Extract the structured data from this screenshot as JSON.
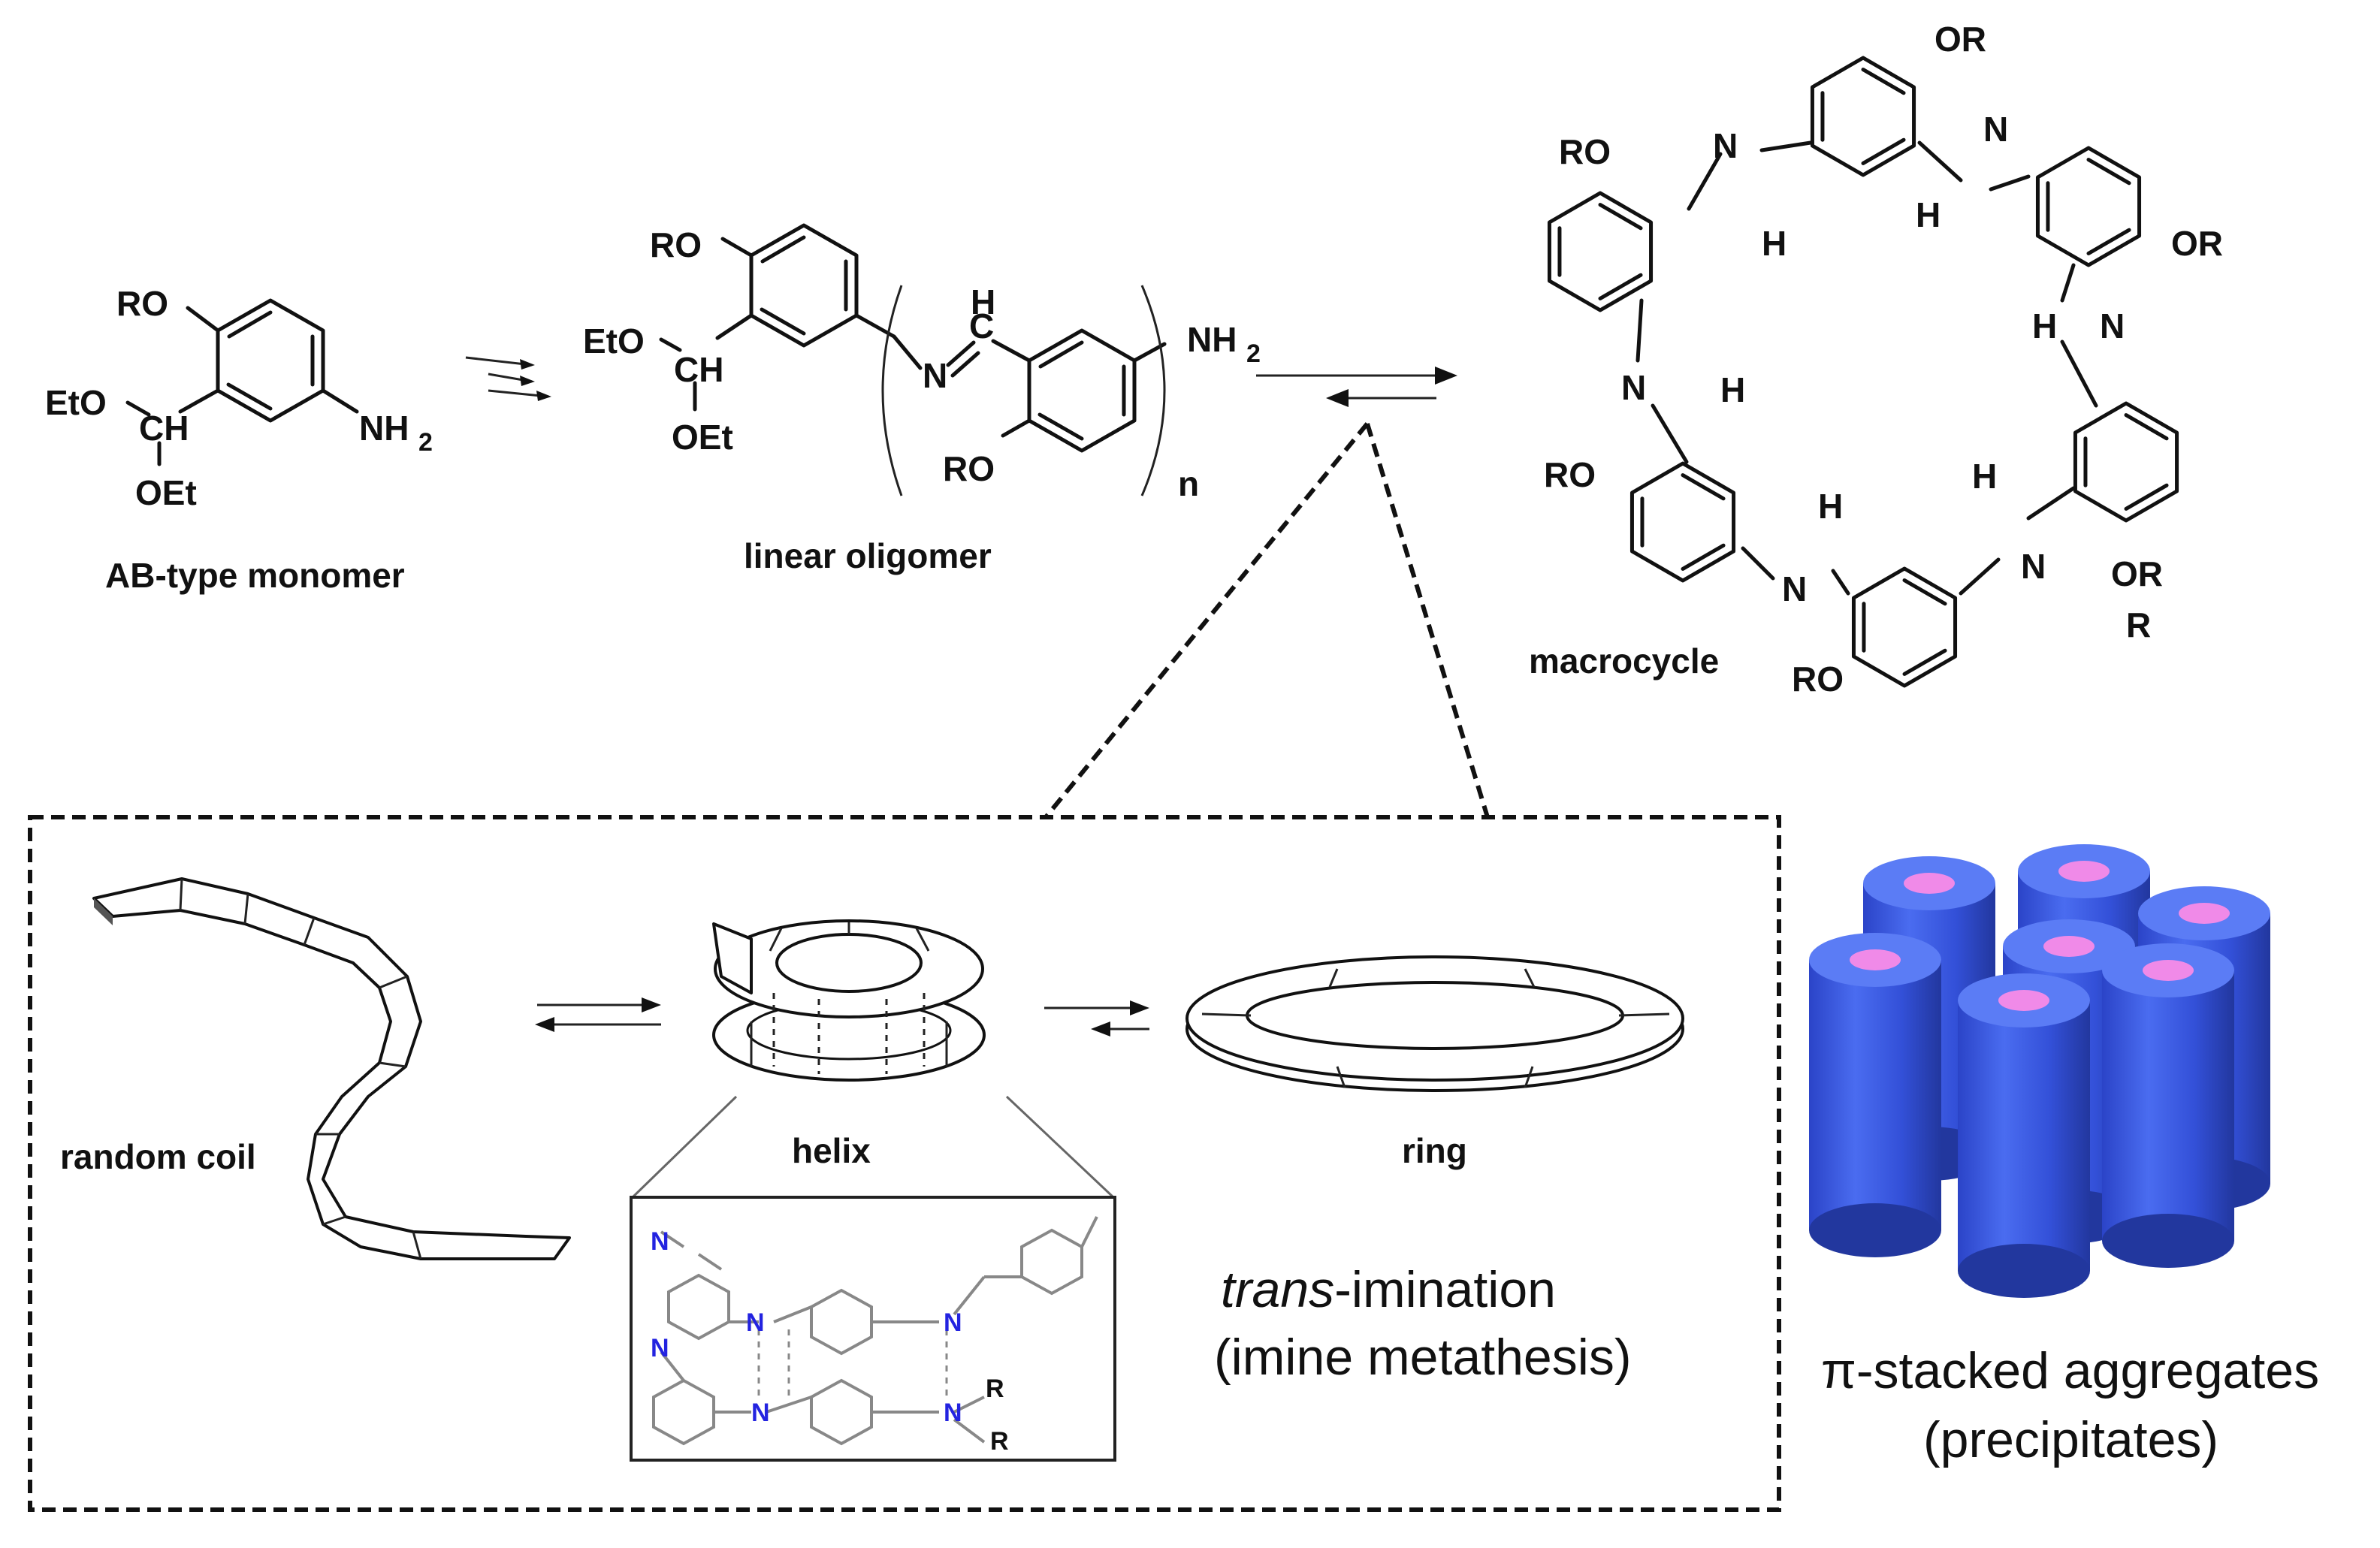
{
  "labels": {
    "monomer": "AB-type monomer",
    "oligomer": "linear oligomer",
    "macrocycle": "macrocycle",
    "random_coil": "random coil",
    "helix": "helix",
    "ring": "ring",
    "trans_prefix": "trans",
    "trans_rest": "-imination",
    "imine_metathesis": "(imine metathesis)",
    "aggregates": "π-stacked aggregates",
    "precipitates": "(precipitates)"
  },
  "atoms": {
    "RO": "RO",
    "OR": "OR",
    "EtO": "EtO",
    "OEt": "OEt",
    "CH": "CH",
    "NH": "NH",
    "sub2": "2",
    "N": "N",
    "H": "H",
    "C": "C",
    "n": "n",
    "R": "R",
    "O": "O"
  },
  "colors": {
    "cylinder_body": "#3a5be0",
    "cylinder_top": "#5b7cf5",
    "cylinder_core": "#f08ae8",
    "inset_nitrogen": "#2323e0"
  }
}
